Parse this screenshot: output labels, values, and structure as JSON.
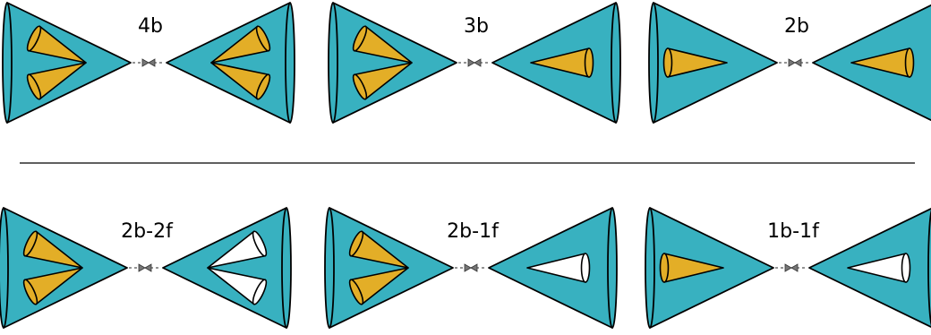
{
  "colors": {
    "teal": "#38b1c0",
    "gold": "#e3ae27",
    "white": "#ffffff",
    "stroke": "#000000",
    "divider": "#000000"
  },
  "rows": [
    {
      "configs": [
        {
          "label": "4b",
          "left": [
            "gold",
            "gold"
          ],
          "right": [
            "gold",
            "gold"
          ]
        },
        {
          "label": "3b",
          "left": [
            "gold",
            "gold"
          ],
          "right": [
            "gold"
          ]
        },
        {
          "label": "2b",
          "left": [
            "gold"
          ],
          "right": [
            "gold"
          ]
        }
      ]
    },
    {
      "configs": [
        {
          "label": "2b-2f",
          "left": [
            "gold",
            "gold"
          ],
          "right": [
            "white",
            "white"
          ]
        },
        {
          "label": "2b-1f",
          "left": [
            "gold",
            "gold"
          ],
          "right": [
            "white"
          ]
        },
        {
          "label": "1b-1f",
          "left": [
            "gold"
          ],
          "right": [
            "white"
          ]
        }
      ]
    }
  ]
}
